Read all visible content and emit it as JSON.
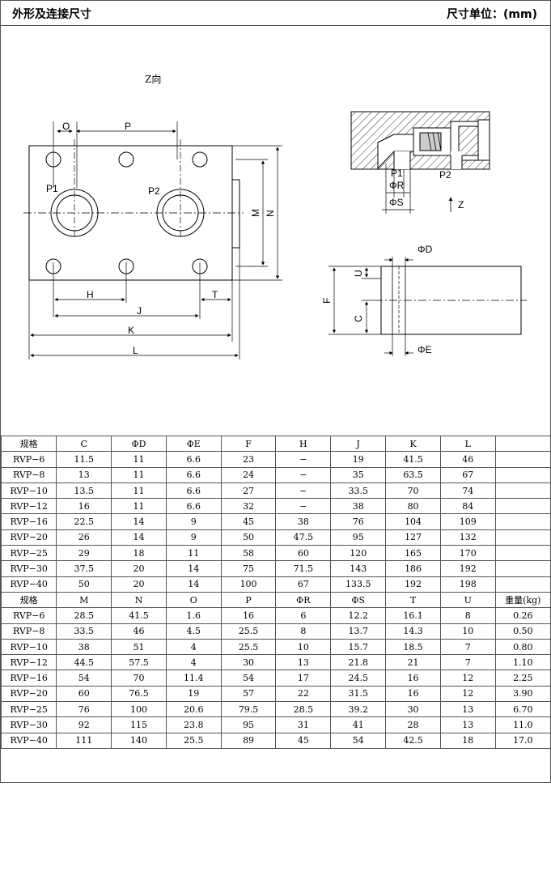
{
  "header": {
    "title": "外形及连接尺寸",
    "unit": "尺寸单位：(mm)"
  },
  "drawing": {
    "view_label": "Z向",
    "labels": {
      "O": "O",
      "P": "P",
      "P1": "P1",
      "P2": "P2",
      "M": "M",
      "N": "N",
      "H": "H",
      "T": "T",
      "J": "J",
      "K": "K",
      "L": "L",
      "phiR": "ΦR",
      "phiS": "ΦS",
      "Z": "Z",
      "phiD": "ΦD",
      "phiE": "ΦE",
      "U": "U",
      "C": "C",
      "F": "F"
    }
  },
  "table1": {
    "headers": [
      "规格",
      "C",
      "ΦD",
      "ΦE",
      "F",
      "H",
      "J",
      "K",
      "L",
      ""
    ],
    "rows": [
      [
        "RVP−6",
        "11.5",
        "11",
        "6.6",
        "23",
        "−",
        "19",
        "41.5",
        "46",
        ""
      ],
      [
        "RVP−8",
        "13",
        "11",
        "6.6",
        "24",
        "−",
        "35",
        "63.5",
        "67",
        ""
      ],
      [
        "RVP−10",
        "13.5",
        "11",
        "6.6",
        "27",
        "−",
        "33.5",
        "70",
        "74",
        ""
      ],
      [
        "RVP−12",
        "16",
        "11",
        "6.6",
        "32",
        "−",
        "38",
        "80",
        "84",
        ""
      ],
      [
        "RVP−16",
        "22.5",
        "14",
        "9",
        "45",
        "38",
        "76",
        "104",
        "109",
        ""
      ],
      [
        "RVP−20",
        "26",
        "14",
        "9",
        "50",
        "47.5",
        "95",
        "127",
        "132",
        ""
      ],
      [
        "RVP−25",
        "29",
        "18",
        "11",
        "58",
        "60",
        "120",
        "165",
        "170",
        ""
      ],
      [
        "RVP−30",
        "37.5",
        "20",
        "14",
        "75",
        "71.5",
        "143",
        "186",
        "192",
        ""
      ],
      [
        "RVP−40",
        "50",
        "20",
        "14",
        "100",
        "67",
        "133.5",
        "192",
        "198",
        ""
      ]
    ]
  },
  "table2": {
    "headers": [
      "规格",
      "M",
      "N",
      "O",
      "P",
      "ΦR",
      "ΦS",
      "T",
      "U",
      "重量(kg)"
    ],
    "rows": [
      [
        "RVP−6",
        "28.5",
        "41.5",
        "1.6",
        "16",
        "6",
        "12.2",
        "16.1",
        "8",
        "0.26"
      ],
      [
        "RVP−8",
        "33.5",
        "46",
        "4.5",
        "25.5",
        "8",
        "13.7",
        "14.3",
        "10",
        "0.50"
      ],
      [
        "RVP−10",
        "38",
        "51",
        "4",
        "25.5",
        "10",
        "15.7",
        "18.5",
        "7",
        "0.80"
      ],
      [
        "RVP−12",
        "44.5",
        "57.5",
        "4",
        "30",
        "13",
        "21.8",
        "21",
        "7",
        "1.10"
      ],
      [
        "RVP−16",
        "54",
        "70",
        "11.4",
        "54",
        "17",
        "24.5",
        "16",
        "12",
        "2.25"
      ],
      [
        "RVP−20",
        "60",
        "76.5",
        "19",
        "57",
        "22",
        "31.5",
        "16",
        "12",
        "3.90"
      ],
      [
        "RVP−25",
        "76",
        "100",
        "20.6",
        "79.5",
        "28.5",
        "39.2",
        "30",
        "13",
        "6.70"
      ],
      [
        "RVP−30",
        "92",
        "115",
        "23.8",
        "95",
        "31",
        "41",
        "28",
        "13",
        "11.0"
      ],
      [
        "RVP−40",
        "111",
        "140",
        "25.5",
        "89",
        "45",
        "54",
        "42.5",
        "18",
        "17.0"
      ]
    ]
  }
}
